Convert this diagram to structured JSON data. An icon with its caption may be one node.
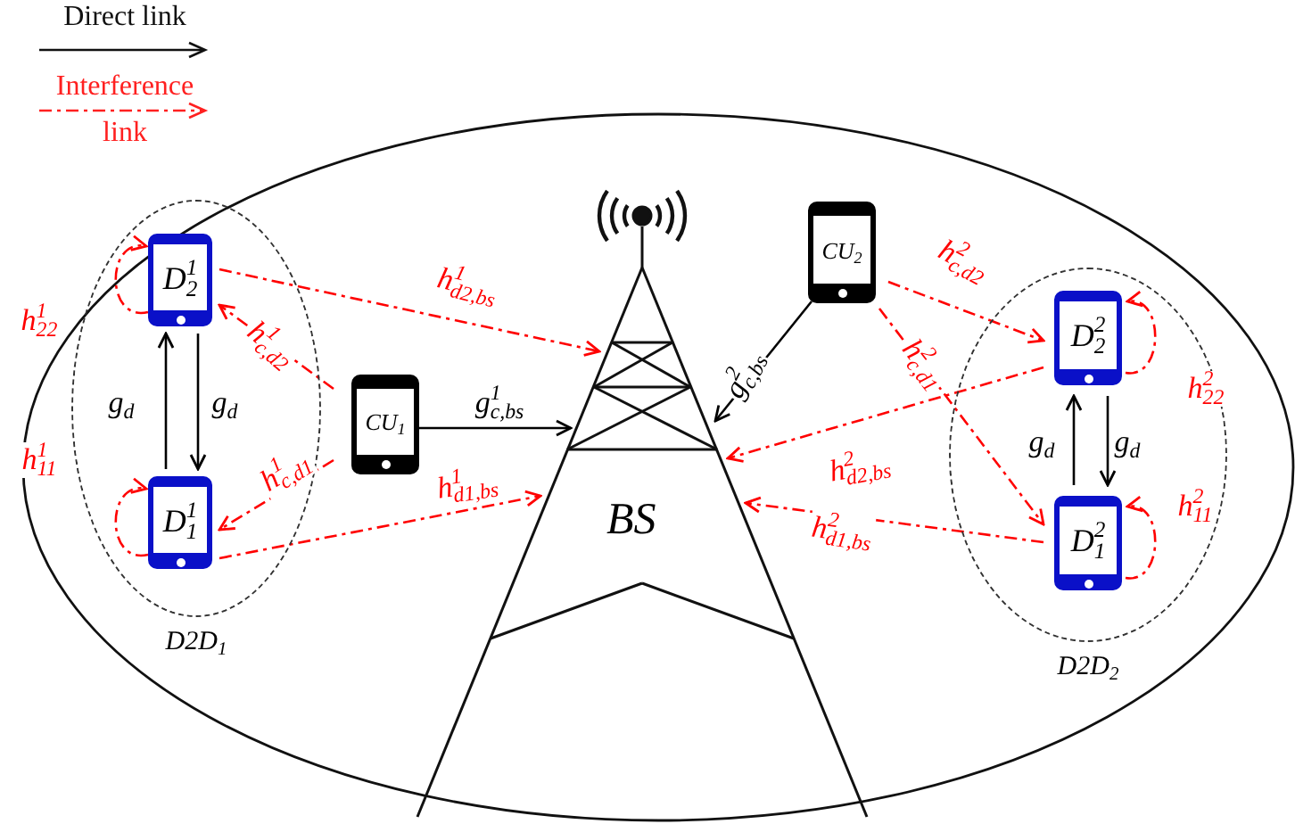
{
  "diagram": {
    "nodes": [
      {
        "text": [
          "D2D$_{1}$"
        ]
      },
      {
        "text": [
          "D$^{1}$$_{2}$"
        ],
        "in": 0
      },
      {
        "text": [
          "D$^{1}$$_{1}$"
        ],
        "in": 0
      },
      {
        "text": [
          "CU$_{1}$"
        ]
      },
      {
        "text": [
          "BS"
        ]
      },
      {
        "text": [
          "CU$_{2}$"
        ]
      },
      {
        "text": [
          "D2D$_{2}$"
        ]
      },
      {
        "text": [
          "D$^{2}$$_{2}$"
        ],
        "in": 6
      },
      {
        "text": [
          "D$^{2}$$_{1}$"
        ],
        "in": 6
      }
    ],
    "edges": [
      {
        "from": 2,
        "to": 1,
        "arrow": "to",
        "label": "g$_{d}$",
        "color": "#000000"
      },
      {
        "from": 1,
        "to": 2,
        "arrow": "to",
        "label": "g$_{d}$",
        "color": "#000000"
      },
      {
        "from": 1,
        "to": 1,
        "arrow": "to",
        "label": "h$^{1}$$_{22}$",
        "style": "dashed",
        "color": "#ff0000"
      },
      {
        "from": 2,
        "to": 2,
        "arrow": "to",
        "label": "h$^{1}$$_{11}$",
        "style": "dashed",
        "color": "#ff0000"
      },
      {
        "from": 3,
        "to": 1,
        "arrow": "to",
        "label": "h$^{1}$$_{c,d2}$",
        "style": "dashed",
        "color": "#ff0000"
      },
      {
        "from": 3,
        "to": 2,
        "arrow": "to",
        "label": "h$^{1}$$_{c,d1}$",
        "style": "dashed",
        "color": "#ff0000"
      },
      {
        "from": 1,
        "to": 4,
        "arrow": "to",
        "label": "h$^{1}$$_{d2,bs}$",
        "style": "dashed",
        "color": "#ff0000"
      },
      {
        "from": 2,
        "to": 4,
        "arrow": "to",
        "label": "h$^{1}$$_{d1,bs}$",
        "style": "dashed",
        "color": "#ff0000"
      },
      {
        "from": 3,
        "to": 4,
        "arrow": "to",
        "label": "g$^{1}$$_{c,bs}$",
        "color": "#000000"
      },
      {
        "from": 5,
        "to": 4,
        "arrow": "to",
        "label": "g$^{2}$$_{c,bs}$",
        "color": "#000000"
      },
      {
        "from": 5,
        "to": 7,
        "arrow": "to",
        "label": "h$^{2}$$_{c,d2}$",
        "style": "dashed",
        "color": "#ff0000"
      },
      {
        "from": 5,
        "to": 8,
        "arrow": "to",
        "label": "h$^{2}$$_{c,d1}$",
        "style": "dashed",
        "color": "#ff0000"
      },
      {
        "from": 7,
        "to": 4,
        "arrow": "to",
        "label": "h$^{2}$$_{d2,bs}$",
        "style": "dashed",
        "color": "#ff0000"
      },
      {
        "from": 8,
        "to": 4,
        "arrow": "to",
        "label": "h$^{2}$$_{d1,bs}$",
        "style": "dashed",
        "color": "#ff0000"
      },
      {
        "from": 8,
        "to": 7,
        "arrow": "to",
        "label": "g$_{d}$",
        "color": "#000000"
      },
      {
        "from": 7,
        "to": 8,
        "arrow": "to",
        "label": "g$_{d}$",
        "color": "#000000"
      },
      {
        "from": 7,
        "to": 7,
        "arrow": "to",
        "label": "h$^{2}$$_{22}$",
        "style": "dashed",
        "color": "#ff0000"
      },
      {
        "from": 8,
        "to": 8,
        "arrow": "to",
        "label": "h$^{2}$$_{11}$",
        "style": "dashed",
        "color": "#ff0000"
      }
    ],
    "legend": [
      {
        "text": "Direct link"
      },
      {
        "text": "Interference link"
      }
    ]
  }
}
